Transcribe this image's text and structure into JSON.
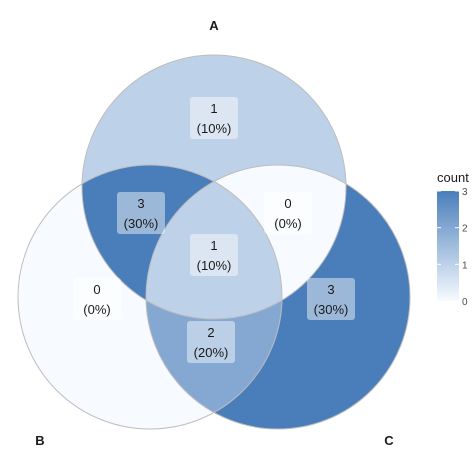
{
  "chart_data": {
    "type": "venn",
    "sets": [
      "A",
      "B",
      "C"
    ],
    "regions": [
      {
        "sets": [
          "A"
        ],
        "count": 1,
        "percent_label": "(10%)"
      },
      {
        "sets": [
          "B"
        ],
        "count": 0,
        "percent_label": "(0%)"
      },
      {
        "sets": [
          "C"
        ],
        "count": 3,
        "percent_label": "(30%)"
      },
      {
        "sets": [
          "A",
          "B"
        ],
        "count": 3,
        "percent_label": "(30%)"
      },
      {
        "sets": [
          "A",
          "C"
        ],
        "count": 0,
        "percent_label": "(0%)"
      },
      {
        "sets": [
          "B",
          "C"
        ],
        "count": 2,
        "percent_label": "(20%)"
      },
      {
        "sets": [
          "A",
          "B",
          "C"
        ],
        "count": 1,
        "percent_label": "(10%)"
      }
    ],
    "legend": {
      "title": "count",
      "ticks": [
        0,
        1,
        2,
        3
      ],
      "placement": "right"
    },
    "color_scale": {
      "low": "#f7fbff",
      "high": "#4a7ebb"
    }
  }
}
